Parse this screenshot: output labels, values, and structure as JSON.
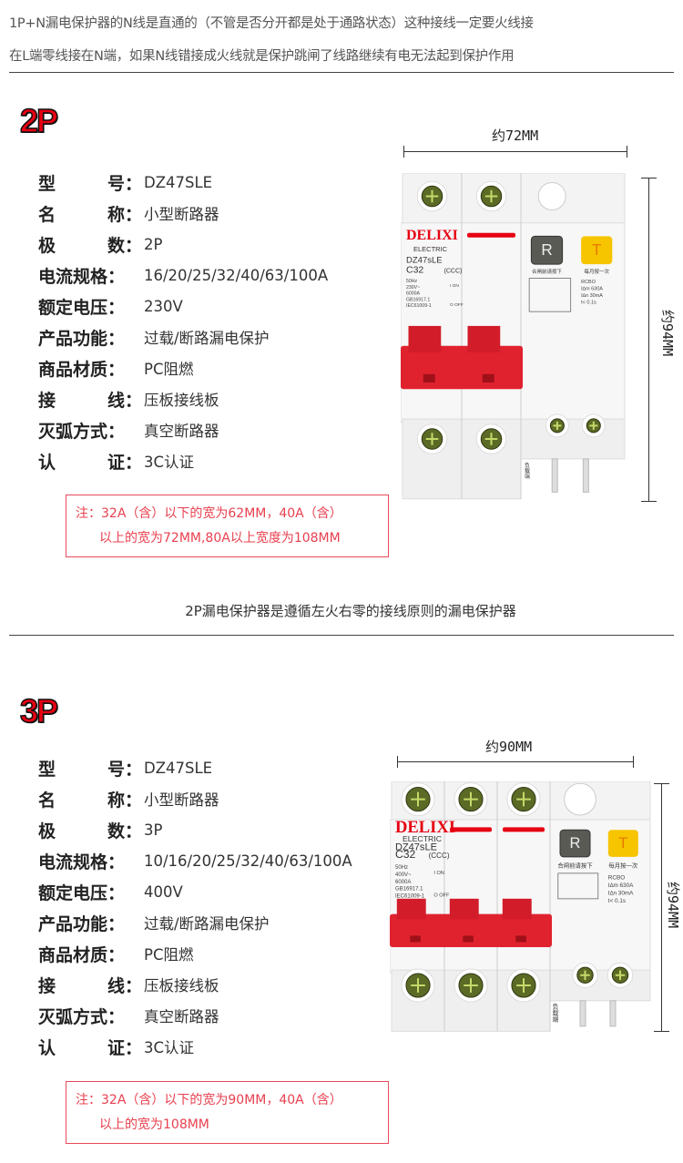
{
  "intro": {
    "line1": "1P+N漏电保护器的N线是直通的（不管是否分开都是处于通路状态）这种接线一定要火线接",
    "line2": "在L端零线接在N端，如果N线错接成火线就是保护跳闸了线路继续有电无法起到保护作用"
  },
  "sections": [
    {
      "heading": "2P",
      "specs": [
        {
          "label": [
            "型",
            "号："
          ],
          "value": "DZ47SLE"
        },
        {
          "label": [
            "名",
            "称："
          ],
          "value": "小型断路器"
        },
        {
          "label": [
            "极",
            "数："
          ],
          "value": "2P"
        },
        {
          "label": [
            "电流规格："
          ],
          "value": "16/20/25/32/40/63/100A"
        },
        {
          "label": [
            "额定电压："
          ],
          "value": "230V"
        },
        {
          "label": [
            "产品功能："
          ],
          "value": "过载/断路漏电保护"
        },
        {
          "label": [
            "商品材质："
          ],
          "value": "PC阻燃"
        },
        {
          "label": [
            "接",
            "线："
          ],
          "value": "压板接线板"
        },
        {
          "label": [
            "灭弧方式："
          ],
          "value": "真空断路器"
        },
        {
          "label": [
            "认",
            "证："
          ],
          "value": "3C认证"
        }
      ],
      "note": {
        "line1": "注：32A（含）以下的宽为62MM，40A（含）",
        "line2": "以上的宽为72MM,80A以上宽度为108MM"
      },
      "width_label": "约72MM",
      "height_label": "约94MM",
      "device": {
        "poles": 2,
        "brand": "DELIXI",
        "sub": "ELECTRIC",
        "model": "DZ47sLE",
        "rating": "C32",
        "specs": [
          "50Hz",
          "230V~",
          "6000A",
          "GB16917.1",
          "IEC61009-1"
        ],
        "on": "I ON",
        "off": "O OFF",
        "reset": "R",
        "test": "T",
        "reset_hint": "合闸前请按下",
        "test_hint": "每月按一次",
        "rcbo": [
          "RCBO",
          "I∆m 630A",
          "I∆n 30mA",
          "t< 0.1s"
        ],
        "load": "负载端"
      }
    },
    {
      "heading": "3P",
      "specs": [
        {
          "label": [
            "型",
            "号："
          ],
          "value": "DZ47SLE"
        },
        {
          "label": [
            "名",
            "称："
          ],
          "value": "小型断路器"
        },
        {
          "label": [
            "极",
            "数："
          ],
          "value": "3P"
        },
        {
          "label": [
            "电流规格："
          ],
          "value": "10/16/20/25/32/40/63/100A"
        },
        {
          "label": [
            "额定电压："
          ],
          "value": "400V"
        },
        {
          "label": [
            "产品功能："
          ],
          "value": "过载/断路漏电保护"
        },
        {
          "label": [
            "商品材质："
          ],
          "value": "PC阻燃"
        },
        {
          "label": [
            "接",
            "线："
          ],
          "value": "压板接线板"
        },
        {
          "label": [
            "灭弧方式："
          ],
          "value": "真空断路器"
        },
        {
          "label": [
            "认",
            "证："
          ],
          "value": "3C认证"
        }
      ],
      "note": {
        "line1": "注：32A（含）以下的宽为90MM，40A（含）",
        "line2": "以上的宽为108MM"
      },
      "width_label": "约90MM",
      "height_label": "约94MM",
      "device": {
        "poles": 3,
        "brand": "DELIXI",
        "sub": "ELECTRIC",
        "model": "DZ47sLE",
        "rating": "C32",
        "specs": [
          "50Hz",
          "400V~",
          "6000A",
          "GB16917.1",
          "IEC61009-1"
        ],
        "on": "I ON",
        "off": "O OFF",
        "reset": "R",
        "test": "T",
        "reset_hint": "合闸前请按下",
        "test_hint": "每月按一次",
        "rcbo": [
          "RCBO",
          "I∆m 630A",
          "I∆n 30mA",
          "t< 0.1s"
        ],
        "load": "负载端"
      }
    }
  ],
  "caption": "2P漏电保护器是遵循左火右零的接线原则的漏电保护器",
  "colors": {
    "accent": "#e60012",
    "note": "#e8404f",
    "handle": "#e0222f",
    "test_button": "#f7c400",
    "reset_button": "#5a5a55"
  }
}
